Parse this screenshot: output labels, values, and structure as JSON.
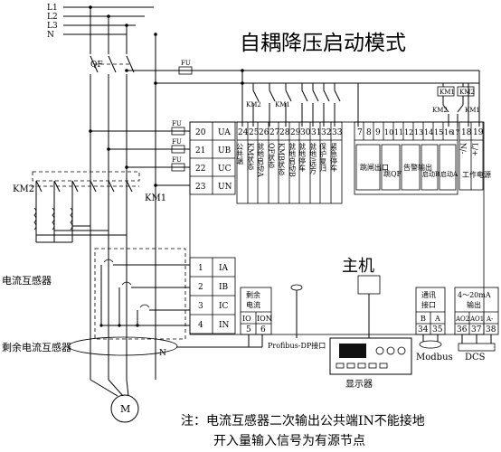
{
  "title": "自耦降压启动模式",
  "phases": [
    "L1",
    "L2",
    "L3",
    "N"
  ],
  "labels": {
    "qf": "QF",
    "fu": "FU",
    "km1": "KM1",
    "km2": "KM2",
    "km1_small": "KM1",
    "km2_small": "KM2",
    "motor": "M",
    "n_label": "N",
    "ct": "电流互感器",
    "rct": "剩余电流互感器",
    "host": "主机",
    "display": "显示器",
    "profibus": "Profibus-DP接口",
    "modbus": "Modbus",
    "dcs": "DCS"
  },
  "voltage_terminals": [
    {
      "num": "20",
      "name": "UA"
    },
    {
      "num": "21",
      "name": "UB"
    },
    {
      "num": "22",
      "name": "UC"
    },
    {
      "num": "23",
      "name": "UN"
    }
  ],
  "current_terminals": [
    {
      "num": "1",
      "name": "IA"
    },
    {
      "num": "2",
      "name": "IB"
    },
    {
      "num": "3",
      "name": "IC"
    },
    {
      "num": "4",
      "name": "IN"
    }
  ],
  "residual": {
    "title1": "剩余",
    "title2": "电流",
    "io": "IO",
    "ion": "ION",
    "n1": "5",
    "n2": "6"
  },
  "input_numbers": [
    "24",
    "25",
    "26",
    "27",
    "28",
    "29",
    "30",
    "31",
    "32",
    "33"
  ],
  "input_labels": [
    "公共端",
    "KM状态",
    "就地启动A",
    "QF状态",
    "KMB状态",
    "就地启动B",
    "就地停车",
    "就地/远方",
    "保护复归",
    "紧急停车"
  ],
  "output_numbers": [
    "7",
    "8",
    "9",
    "10",
    "11",
    "12",
    "13",
    "14",
    "15",
    "16",
    "17"
  ],
  "output_groups": [
    "跳闸出口",
    "跳QF",
    "告警输出",
    "启动B",
    "启动A"
  ],
  "power": {
    "n1": "18",
    "n2": "19",
    "l1": "N/-",
    "l2": "L/+",
    "title": "工作电源"
  },
  "comm": {
    "title1": "通讯",
    "title2": "接口",
    "b": "B",
    "a": "A",
    "n1": "34",
    "n2": "35"
  },
  "analog": {
    "title1": "4～20mA",
    "title2": "输出",
    "a02": "AO2",
    "a01": "AO1",
    "minus": "A-",
    "n1": "36",
    "n2": "37",
    "n3": "38"
  },
  "note": {
    "line1": "注：电流互感器二次输出公共端IN不能接地",
    "line2": "开入量输入信号为有源节点"
  }
}
